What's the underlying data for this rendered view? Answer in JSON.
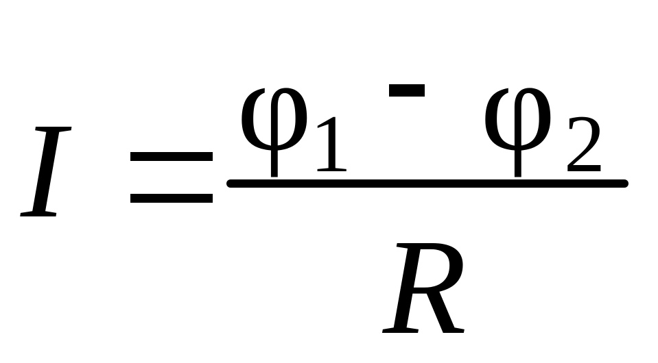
{
  "formula": {
    "lhs": "I",
    "numerator": {
      "first_symbol": "φ",
      "first_subscript": "1",
      "second_symbol": "φ",
      "second_subscript": "2"
    },
    "denominator": "R"
  }
}
